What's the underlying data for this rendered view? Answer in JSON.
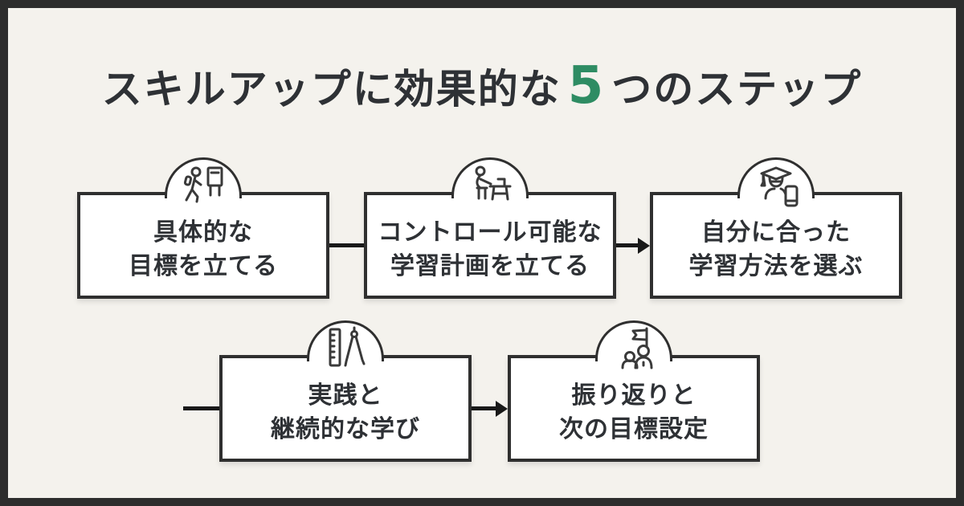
{
  "meta": {
    "background_color": "#f4f2ed",
    "frame_color": "#2d2d2d",
    "ink_color": "#2e3135",
    "accent_green": "#2e8c63",
    "box_background": "#ffffff"
  },
  "title": {
    "prefix": "スキルアップに効果的な",
    "highlight": "5",
    "suffix": "つのステップ"
  },
  "steps": [
    {
      "id": 1,
      "icon": "walker-goal-sign-icon",
      "lines": [
        "具体的な",
        "目標を立てる"
      ]
    },
    {
      "id": 2,
      "icon": "person-study-desk-icon",
      "lines": [
        "コントロール可能な",
        "学習計画を立てる"
      ]
    },
    {
      "id": 3,
      "icon": "graduate-phone-icon",
      "lines": [
        "自分に合った",
        "学習方法を選ぶ"
      ]
    },
    {
      "id": 4,
      "icon": "ruler-compass-icon",
      "lines": [
        "実践と",
        "継続的な学び"
      ]
    },
    {
      "id": 5,
      "icon": "people-flag-icon",
      "lines": [
        "振り返りと",
        "次の目標設定"
      ]
    }
  ],
  "connectors": [
    {
      "from": "step-1",
      "to": "step-2",
      "style": "line"
    },
    {
      "from": "step-2",
      "to": "step-3",
      "style": "arrow"
    },
    {
      "from": "row-wrap",
      "to": "step-4",
      "style": "line"
    },
    {
      "from": "step-4",
      "to": "step-5",
      "style": "arrow"
    }
  ]
}
